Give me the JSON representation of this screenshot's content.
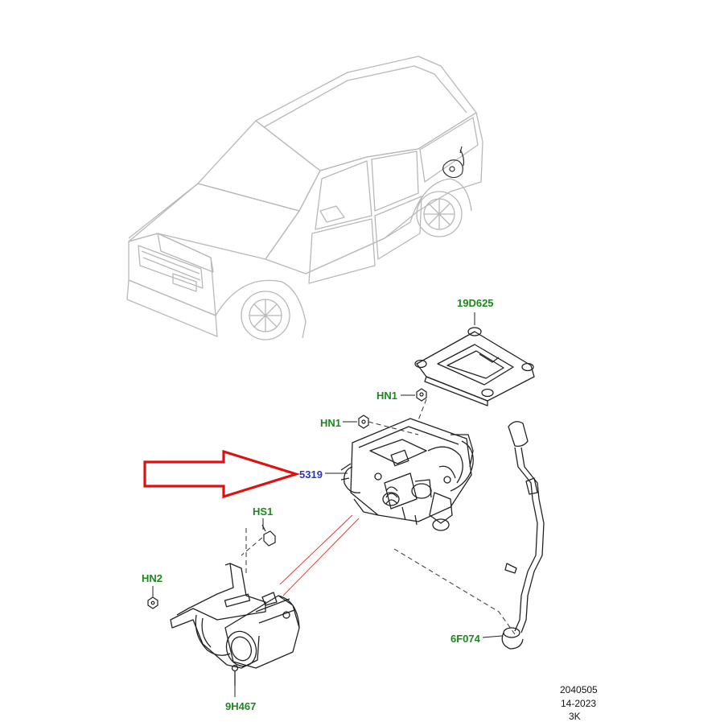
{
  "callouts": {
    "bracket": "19D625",
    "nut_upper": "HN1",
    "nut_left": "HN1",
    "compressor_assembly": "5319",
    "screw_hs1": "HS1",
    "nut_hn2": "HN2",
    "hose": "6F074",
    "compressor_motor": "9H467"
  },
  "footer": {
    "line1": "2040505",
    "line2": "14-2023",
    "line3": "3K"
  },
  "colors": {
    "callout_green": "#1a8a1a",
    "callout_blue": "#2436c8",
    "arrow_red": "#e01010",
    "car_outline": "#b8b8b8",
    "part_outline": "#222222"
  }
}
